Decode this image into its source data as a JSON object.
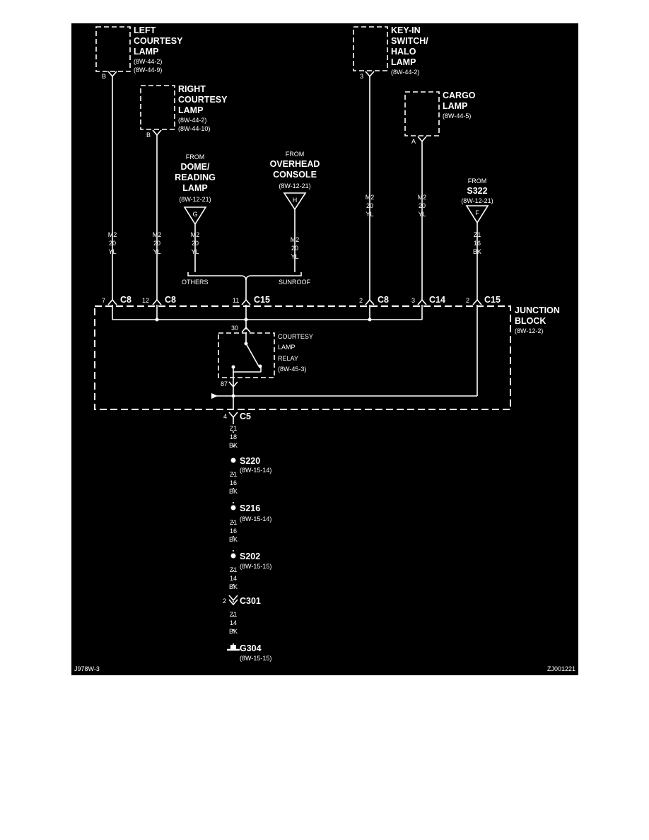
{
  "colors": {
    "background": "#000000",
    "line": "#ffffff",
    "page": "#ffffff"
  },
  "components": {
    "left_courtesy_lamp": {
      "title": [
        "LEFT",
        "COURTESY",
        "LAMP"
      ],
      "refs": [
        "(8W-44-2)",
        "(8W-44-9)"
      ],
      "pin": "B"
    },
    "right_courtesy_lamp": {
      "title": [
        "RIGHT",
        "COURTESY",
        "LAMP"
      ],
      "refs": [
        "(8W-44-2)",
        "(8W-44-10)"
      ],
      "pin": "B"
    },
    "key_in_switch": {
      "title": [
        "KEY-IN",
        "SWITCH/",
        "HALO",
        "LAMP"
      ],
      "refs": [
        "(8W-44-2)"
      ],
      "pin": "3"
    },
    "cargo_lamp": {
      "title": [
        "CARGO",
        "LAMP"
      ],
      "refs": [
        "(8W-44-5)"
      ],
      "pin": "A"
    },
    "dome_lamp": {
      "from": "FROM",
      "title": [
        "DOME/",
        "READING",
        "LAMP"
      ],
      "ref": "(8W-12-21)",
      "pin": "G"
    },
    "overhead_console": {
      "from": "FROM",
      "title": [
        "OVERHEAD",
        "CONSOLE"
      ],
      "ref": "(8W-12-21)",
      "pin": "H"
    },
    "s322": {
      "from": "FROM",
      "title": [
        "S322"
      ],
      "ref": "(8W-12-21)",
      "pin": "F"
    },
    "junction_block": {
      "title": [
        "JUNCTION",
        "BLOCK"
      ],
      "ref": "(8W-12-2)"
    },
    "courtesy_relay": {
      "title": [
        "COURTESY",
        "LAMP",
        "RELAY"
      ],
      "ref": "(8W-45-3)",
      "pin_top": "30",
      "pin_bottom": "87"
    }
  },
  "wires": {
    "w1": [
      "M2",
      "20",
      "YL"
    ],
    "w2": [
      "M2",
      "20",
      "YL"
    ],
    "w3": [
      "M2",
      "20",
      "YL"
    ],
    "w4": [
      "M2",
      "20",
      "YL"
    ],
    "w5": [
      "M2",
      "20",
      "YL"
    ],
    "w6": [
      "M2",
      "20",
      "YL"
    ],
    "w7": [
      "Z1",
      "16",
      "BK"
    ],
    "g1": [
      "Z1",
      "18",
      "BK"
    ],
    "g2": [
      "Z1",
      "16",
      "BK"
    ],
    "g3": [
      "Z1",
      "16",
      "BK"
    ],
    "g4": [
      "Z1",
      "14",
      "BK"
    ],
    "g5": [
      "Z1",
      "14",
      "BK"
    ]
  },
  "options": {
    "left": "OTHERS",
    "right": "SUNROOF"
  },
  "connectors": [
    {
      "pin": "7",
      "name": "C8"
    },
    {
      "pin": "12",
      "name": "C8"
    },
    {
      "pin": "11",
      "name": "C15"
    },
    {
      "pin": "2",
      "name": "C8"
    },
    {
      "pin": "3",
      "name": "C14"
    },
    {
      "pin": "2",
      "name": "C15"
    }
  ],
  "c5": {
    "pin": "4",
    "name": "C5"
  },
  "splices": [
    {
      "name": "S220",
      "ref": "(8W-15-14)"
    },
    {
      "name": "S216",
      "ref": "(8W-15-14)"
    },
    {
      "name": "S202",
      "ref": "(8W-15-15)"
    }
  ],
  "c301": {
    "pin": "2",
    "name": "C301"
  },
  "ground": {
    "name": "G304",
    "ref": "(8W-15-15)"
  },
  "footer": {
    "left": "J978W-3",
    "right": "ZJ001221"
  }
}
